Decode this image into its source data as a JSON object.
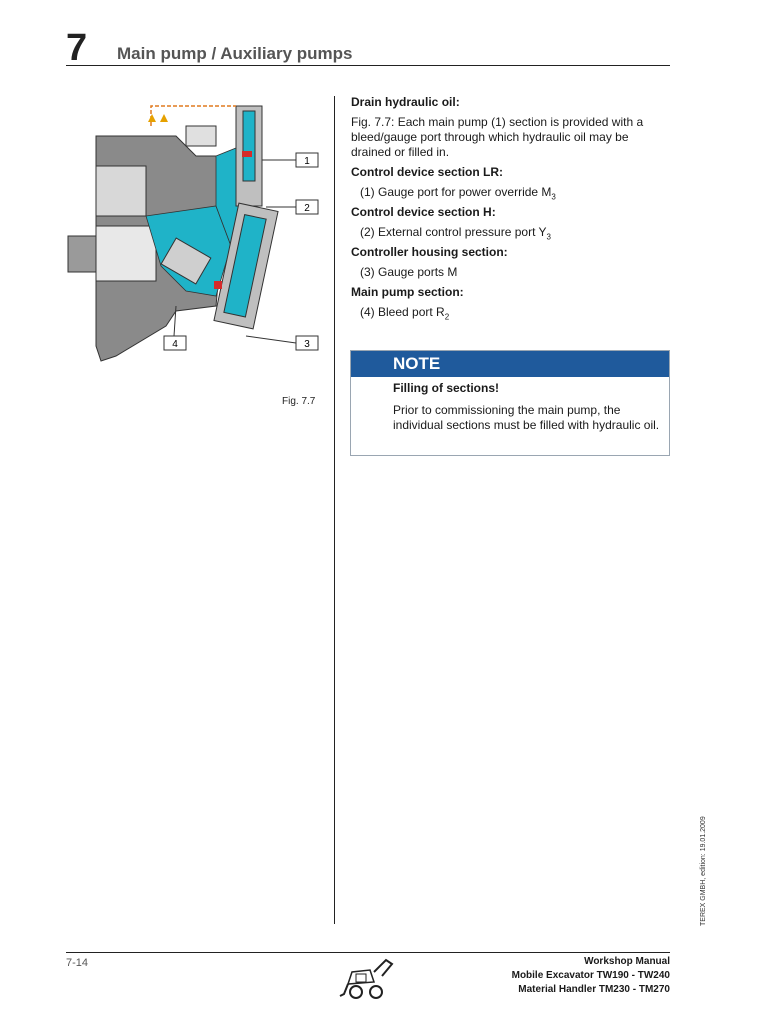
{
  "header": {
    "chapter_number": "7",
    "chapter_title": "Main pump / Auxiliary pumps"
  },
  "figure": {
    "caption": "Fig. 7.7",
    "callouts": [
      "1",
      "2",
      "3",
      "4"
    ],
    "colors": {
      "hydraulic": "#1fb3c8",
      "casing": "#8a8a8a",
      "line": "#e07a1f",
      "arrow_up": "#e6a100"
    }
  },
  "content": {
    "drain_heading": "Drain hydraulic oil:",
    "drain_text": "Fig. 7.7: Each main pump (1) section is provided with a bleed/gauge port through which hydraulic oil may be drained or filled in.",
    "lr_heading": "Control device section LR:",
    "lr_item_text": "(1)  Gauge port for power override M",
    "lr_item_sub": "3",
    "h_heading": "Control device section H:",
    "h_item_text": "(2)  External control pressure port Y",
    "h_item_sub": "3",
    "controller_heading": "Controller housing section:",
    "controller_item": "(3)  Gauge ports M",
    "main_heading": "Main pump section:",
    "main_item_text": "(4)  Bleed port R",
    "main_item_sub": "2"
  },
  "note": {
    "title": "NOTE",
    "heading": "Filling of sections!",
    "text": "Prior to commissioning the main pump, the individual sections must be filled with hydraulic oil.",
    "bar_color": "#1f5a9c"
  },
  "side_text": "TEREX GMBH, edition: 19.01.2009",
  "footer": {
    "page_number": "7-14",
    "line1": "Workshop Manual",
    "line2": "Mobile Excavator TW190 - TW240",
    "line3": "Material Handler TM230 - TM270"
  }
}
